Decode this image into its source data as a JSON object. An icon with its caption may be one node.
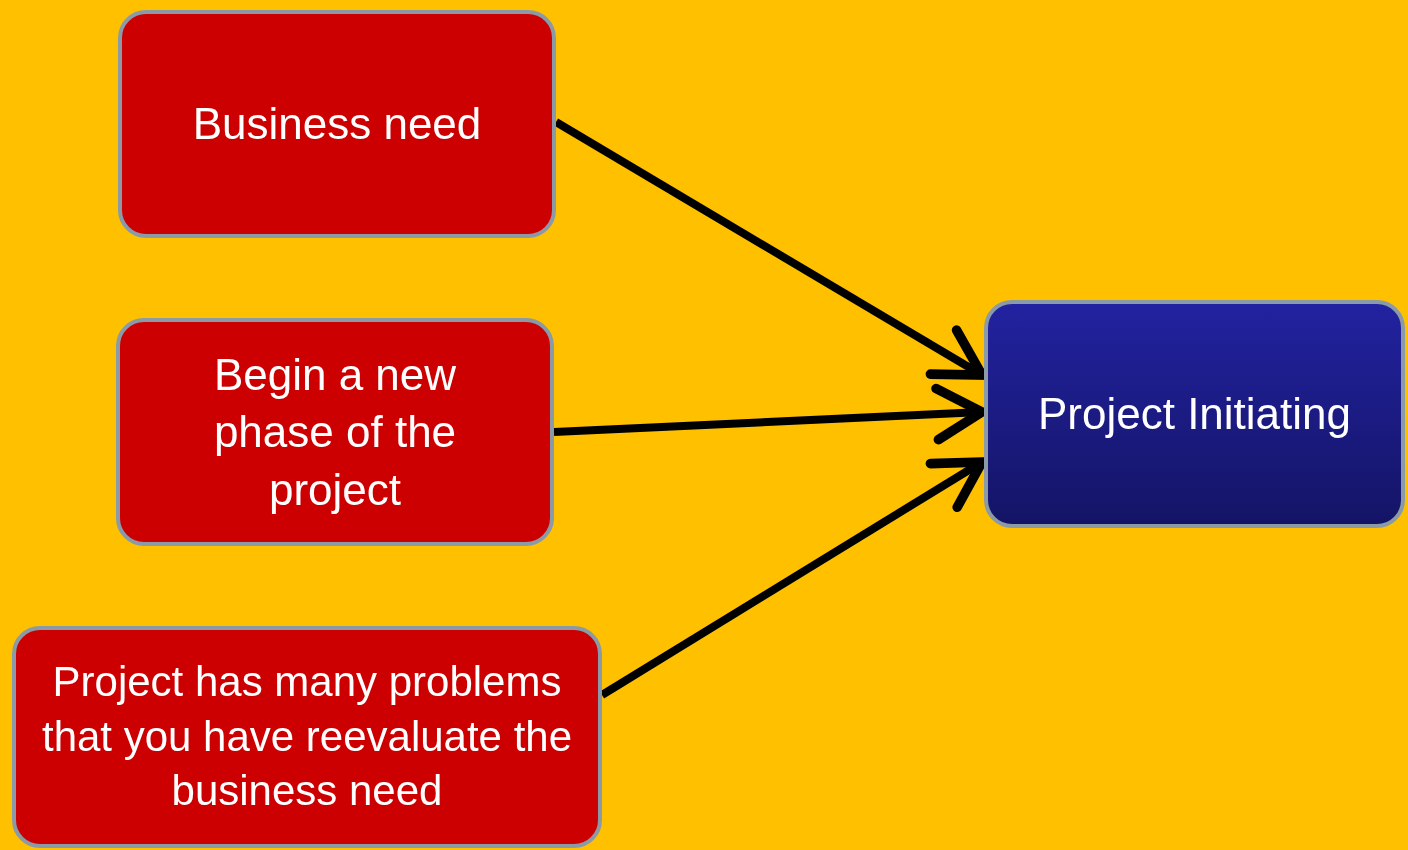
{
  "diagram": {
    "nodes": [
      {
        "text": [
          "Business need"
        ]
      },
      {
        "text": [
          "Begin a new phase of the project"
        ]
      },
      {
        "text": [
          "Project has many problems that you have reevaluate the business need"
        ]
      },
      {
        "text": [
          "Project Initiating"
        ]
      }
    ],
    "edges": [
      {
        "from": 0,
        "to": 3,
        "arrow": "to"
      },
      {
        "from": 1,
        "to": 3,
        "arrow": "to"
      },
      {
        "from": 2,
        "to": 3,
        "arrow": "to"
      }
    ]
  }
}
